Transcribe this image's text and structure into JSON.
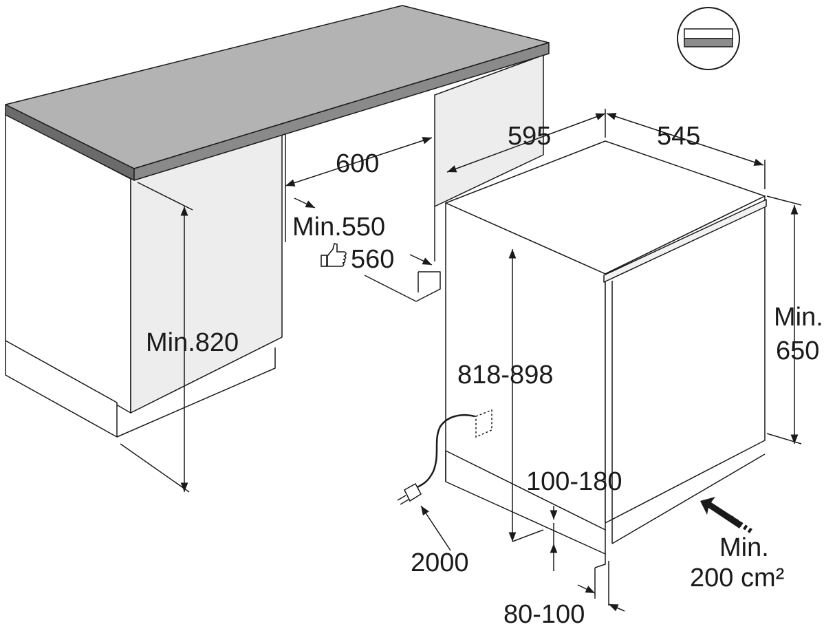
{
  "labels": {
    "width_595": "595",
    "depth_545": "545",
    "niche_600": "600",
    "min_550": "Min.550",
    "rec_560": "560",
    "min_820": "Min.820",
    "height_range": "818-898",
    "min_650_line1": "Min.",
    "min_650_line2": "650",
    "plinth_range": "100-180",
    "cable_2000": "2000",
    "min_200_line1": "Min.",
    "min_200_line2": "200 cm²",
    "plinth_depth": "80-100"
  },
  "icons": {
    "recommended": "thumbs-up-icon",
    "appliance_type": "undercounter-appliance-icon",
    "plug": "power-plug-icon",
    "airflow": "airflow-arrow-icon"
  },
  "colors": {
    "line": "#1a1a1a",
    "countertop_top": "#b3b3b3",
    "countertop_edge": "#6b6b6b",
    "cabinet_side": "#ededed",
    "icon_bar": "#8c8c8c"
  }
}
